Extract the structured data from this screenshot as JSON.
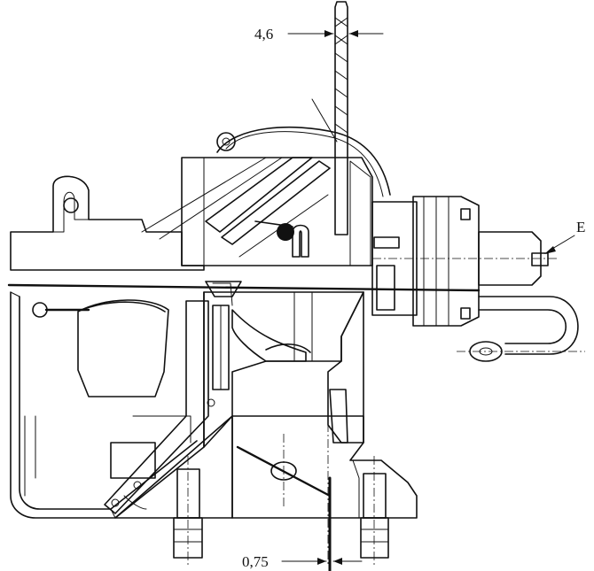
{
  "labels": {
    "top_dimension": "4,6",
    "bottom_dimension": "0,75",
    "point_marker": "E"
  },
  "colors": {
    "ink": "#111111",
    "paper": "#ffffff"
  }
}
